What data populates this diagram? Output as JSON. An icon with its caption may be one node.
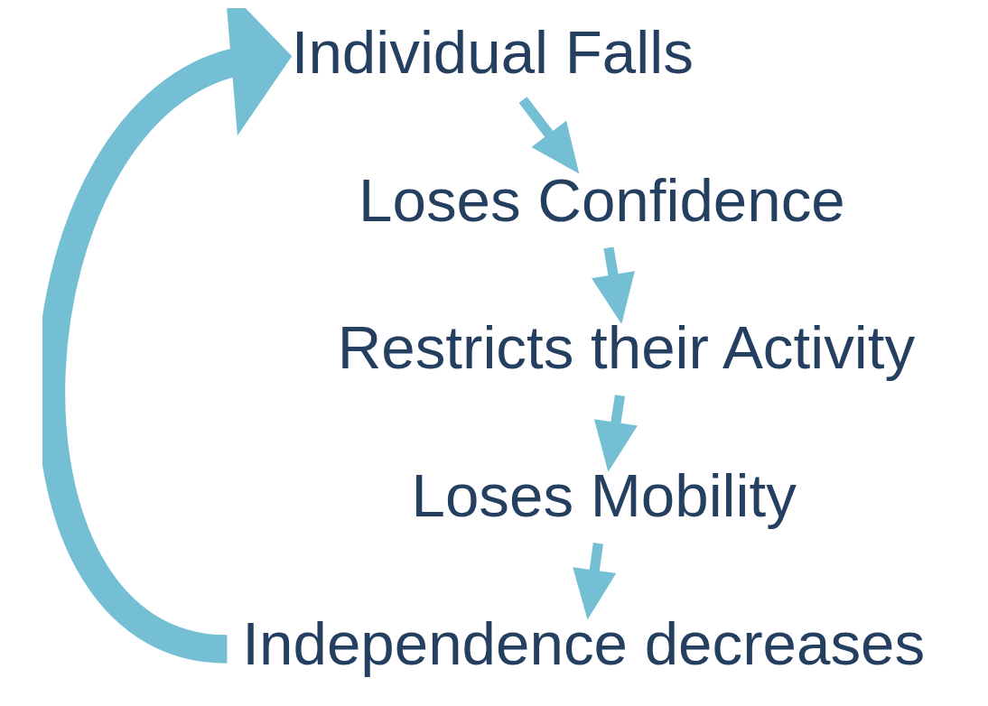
{
  "diagram": {
    "nodes": [
      {
        "text": [
          "Individual Falls"
        ]
      },
      {
        "text": [
          "Loses Confidence"
        ]
      },
      {
        "text": [
          "Restricts their Activity"
        ]
      },
      {
        "text": [
          "Loses Mobility"
        ]
      },
      {
        "text": [
          "Independence decreases"
        ]
      }
    ],
    "edges": [
      {
        "from": 0,
        "to": 1,
        "arrow": "to"
      },
      {
        "from": 1,
        "to": 2,
        "arrow": "to"
      },
      {
        "from": 2,
        "to": 3,
        "arrow": "to"
      },
      {
        "from": 3,
        "to": 4,
        "arrow": "to"
      },
      {
        "from": 4,
        "to": 0,
        "arrow": "to",
        "style": "thick"
      }
    ]
  }
}
